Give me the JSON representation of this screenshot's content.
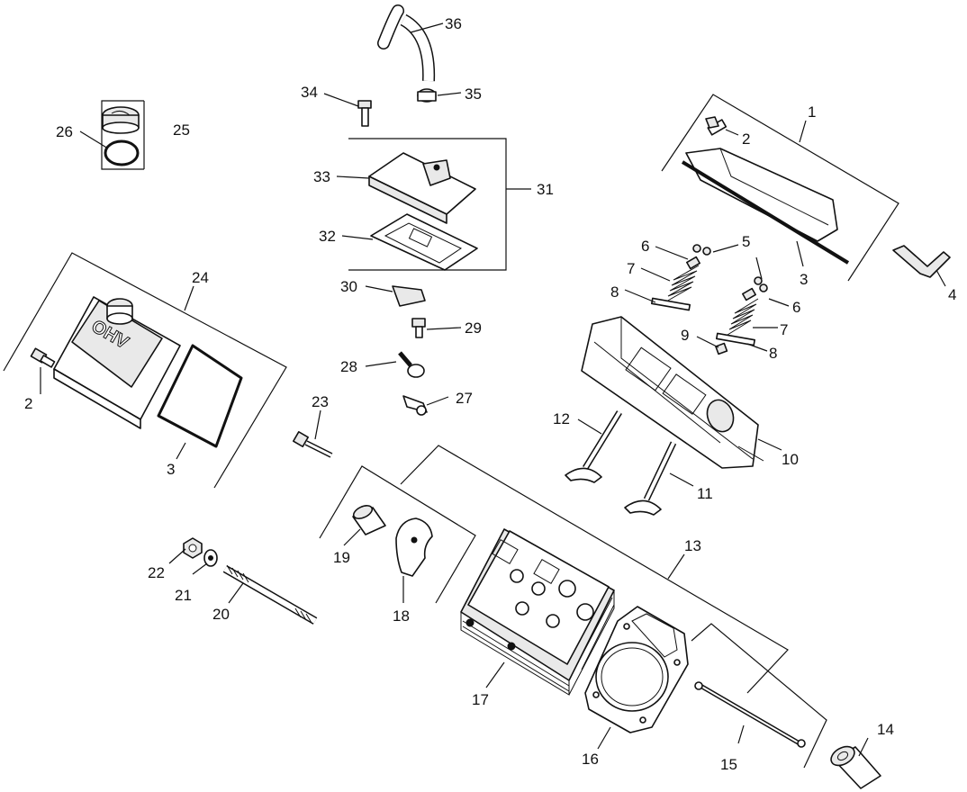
{
  "callouts": {
    "c1": "1",
    "c2a": "2",
    "c2b": "2",
    "c3a": "3",
    "c3b": "3",
    "c4": "4",
    "c5a": "5",
    "c5b": "5",
    "c6a": "6",
    "c6b": "6",
    "c7a": "7",
    "c7b": "7",
    "c8a": "8",
    "c8b": "8",
    "c9": "9",
    "c10": "10",
    "c11": "11",
    "c12": "12",
    "c13": "13",
    "c14": "14",
    "c15": "15",
    "c16": "16",
    "c17": "17",
    "c18": "18",
    "c19": "19",
    "c20": "20",
    "c21": "21",
    "c22": "22",
    "c23": "23",
    "c24": "24",
    "c25": "25",
    "c26": "26",
    "c27": "27",
    "c28": "28",
    "c29": "29",
    "c30": "30",
    "c31": "31",
    "c32": "32",
    "c33": "33",
    "c34": "34",
    "c35": "35",
    "c36": "36"
  },
  "valve_cover_emboss": "OHV"
}
